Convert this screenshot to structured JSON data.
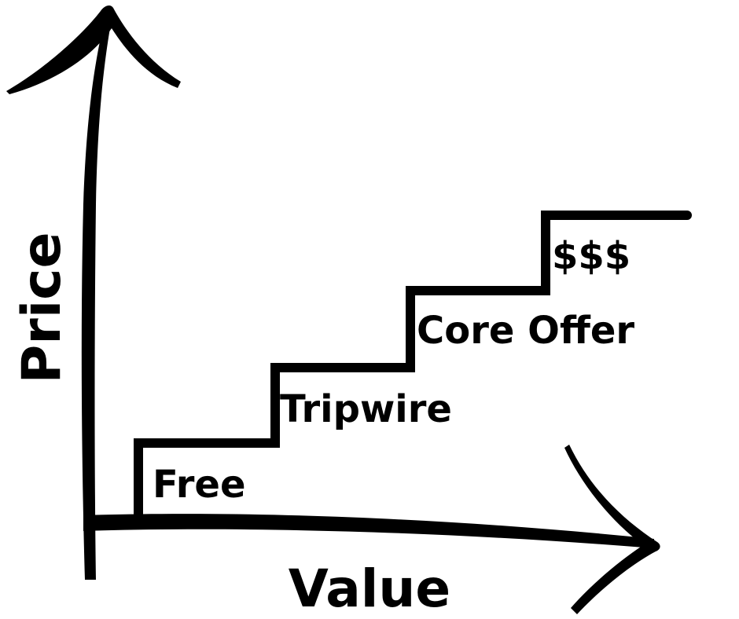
{
  "diagram": {
    "axes": {
      "y_label": "Price",
      "x_label": "Value"
    },
    "steps": [
      {
        "label": "Free"
      },
      {
        "label": "Tripwire"
      },
      {
        "label": "Core Offer"
      },
      {
        "label": "$$$"
      }
    ],
    "colors": {
      "ink": "#000000",
      "background": "#ffffff"
    }
  }
}
